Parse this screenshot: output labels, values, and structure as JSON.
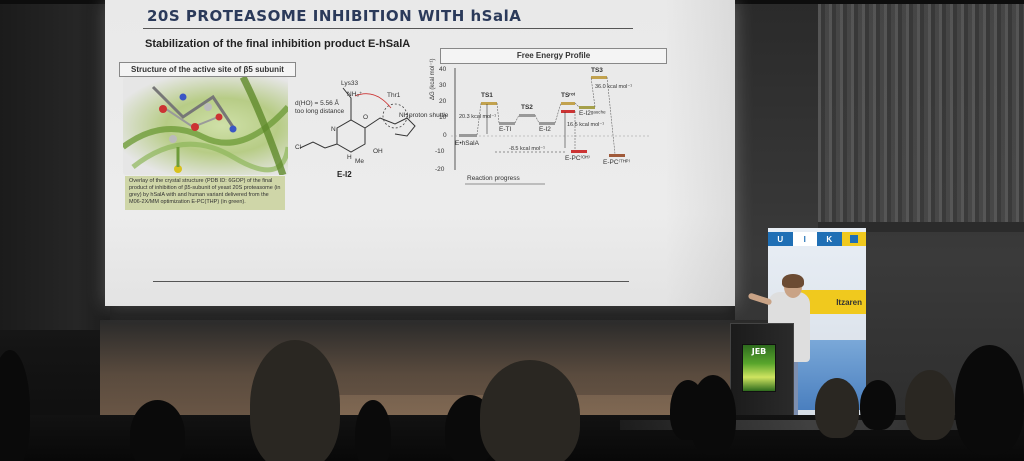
{
  "slide": {
    "title": "20S PROTEASOME INHIBITION WITH hSalA",
    "subtitle": "Stabilization of the final inhibition product E-hSalA",
    "structure_header": "Structure of the active site of β5 subunit",
    "caption": "Overlay of the crystal structure (PDB ID: 6GOP) of the final product of inhibition of β5-subunit of yeast 20S proteasome (in grey) by hSalA with and human variant delivered from the M06-2X/MM optimization E-PC(THP) (in green).",
    "molecule": {
      "label": "E-I2",
      "lys": "Lys33",
      "nh3": "NH₃⁺",
      "thr": "Thr1",
      "nh2": "NH₂",
      "distance": "d(HO) = 5.56 Å",
      "too_long": "too long distance",
      "proton_shuttle": "proton shuttle",
      "cl": "Cl",
      "oh": "OH",
      "me": "Me",
      "h": "H",
      "n": "N",
      "o": "O"
    },
    "profile": {
      "header": "Free Energy Profile",
      "yaxis": "ΔG (kcal mol⁻¹)",
      "xaxis": "Reaction progress",
      "ticks": [
        "40",
        "30",
        "20",
        "10",
        "0",
        "-10",
        "-20"
      ],
      "labels": {
        "ts1": "TS1",
        "ts2": "TS2",
        "ts3": "TS3",
        "tsrot": "TSʳᵒᵗ",
        "e_hsala": "E•hSalA",
        "e_ti": "E-TI",
        "e_i2": "E-I2",
        "e_i2_gauche": "E-I2ᵍᵃᵘᶜʰᵉ",
        "e_pc_oh": "E-PC⁽ᴼᴴ⁾",
        "e_pc_thp": "E-PC⁽ᵀᴴᴾ⁾",
        "v1": "20.3 kcal mol⁻¹",
        "v2": "-8.5 kcal mol⁻¹",
        "v3": "16.5 kcal mol⁻¹",
        "v4": "36.0 kcal mol⁻¹"
      }
    }
  },
  "venue": {
    "banner_letters": [
      "U",
      "I",
      "K"
    ],
    "banner_colors": [
      "#1f6fb5",
      "#ffffff",
      "#1f6fb5",
      "#f0c91e"
    ],
    "banner_word": "Itzaren",
    "podium_screen": "JEB"
  }
}
